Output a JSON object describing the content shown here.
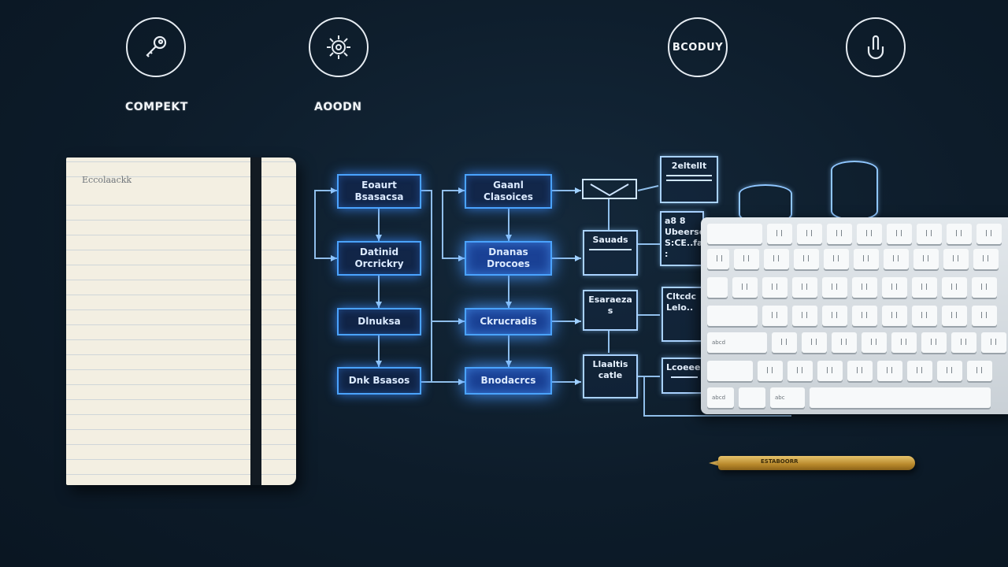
{
  "icons": [
    {
      "name": "key-icon",
      "label": "COMPEKT"
    },
    {
      "name": "gear-icon",
      "label": "AOODN"
    },
    {
      "name": "text-badge-icon",
      "text": "BCODUY"
    },
    {
      "name": "touch-icon"
    }
  ],
  "notebook": {
    "title": "Eccolaackk"
  },
  "flow": {
    "col1": [
      [
        "Eoaurt",
        "Bsasacsa"
      ],
      [
        "Datinid",
        "Orcrickry"
      ],
      [
        "Dlnuksa"
      ],
      [
        "Dnk Bsasos"
      ]
    ],
    "col2": [
      [
        "Gaanl",
        "Clasoices"
      ],
      [
        "Dnanas",
        "Drocoes"
      ],
      [
        "Ckrucradis"
      ],
      [
        "Bnodacrcs"
      ]
    ],
    "side": [
      [
        "Sauads"
      ],
      [
        "Esaraeza",
        "s"
      ],
      [
        "Llaaltis",
        "catle"
      ]
    ],
    "right": [
      [
        "2eltellt"
      ],
      [
        "a8 8",
        "Ubeerses",
        "S:CE..fal :"
      ],
      [
        "Cltcdc",
        "Lelo.."
      ],
      [
        "Lcoeee"
      ]
    ]
  },
  "keyboard": {
    "labels": [
      "abcd",
      "abcd",
      "abc"
    ]
  },
  "pen": {
    "label": "ESTABOORR"
  },
  "colors": {
    "accent": "#4aa3ff",
    "background": "#0d1c2a",
    "notebook": "#f3efe2",
    "pen": "#c9a14a"
  }
}
